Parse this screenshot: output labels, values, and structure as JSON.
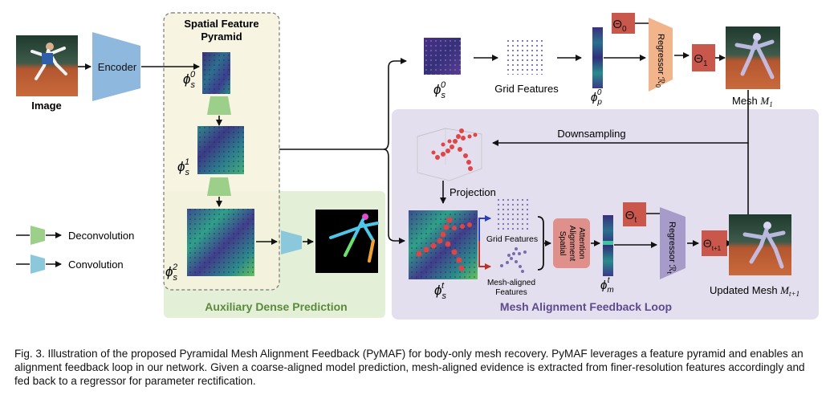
{
  "labels": {
    "image": "Image",
    "encoder": "Encoder",
    "pyramid_title_1": "Spatial Feature",
    "pyramid_title_2": "Pyramid",
    "phi": "ϕ",
    "phi_sub_s": "s",
    "sup_0": "0",
    "sup_1": "1",
    "sup_2": "2",
    "sup_t": "t",
    "grid_features": "Grid Features",
    "phi_sub_p": "p",
    "phi_sub_m": "m",
    "theta": "Θ",
    "theta_sub_0": "0",
    "theta_sub_1": "1",
    "theta_sub_t": "t",
    "theta_sub_t1": "t+1",
    "regressor_top": "Regressor ℛ",
    "regressor_top_sub": "0",
    "regressor_bottom": "Regressor ℛ",
    "regressor_bottom_sub": "t",
    "mesh_m1": "Mesh ",
    "mesh_m1_var": "M",
    "mesh_m1_sub": "1",
    "downsampling": "Downsampling",
    "projection": "Projection",
    "grid_features_small": "Grid Features",
    "mesh_aligned_1": "Mesh-aligned",
    "mesh_aligned_2": "Features",
    "spatial_attention_1": "Spatial",
    "spatial_attention_2": "Alignment",
    "spatial_attention_3": "Attention",
    "updated_mesh": "Updated Mesh ",
    "updated_mesh_var": "M",
    "updated_mesh_sub": "t+1",
    "deconvolution": "Deconvolution",
    "convolution": "Convolution",
    "aux_dense": "Auxiliary Dense Prediction",
    "mesh_loop": "Mesh Alignment Feedback Loop"
  },
  "caption": "Fig. 3. Illustration of the proposed Pyramidal Mesh Alignment Feedback (PyMAF) for body-only mesh recovery. PyMAF leverages a feature pyramid and enables an alignment feedback loop in our network. Given a coarse-aligned model prediction, mesh-aligned evidence is extracted from finer-resolution features accordingly and fed back to a regressor for parameter rectification.",
  "colors": {
    "encoder": "#8fb8de",
    "deconv": "#9bcf8a",
    "conv": "#8cc8dc",
    "theta": "#c9574c",
    "regressor": "#f2b48a",
    "regressor2": "#a79bc9",
    "attention": "#e0908a",
    "aux_region": "#e3efd7",
    "loop_region": "#e3dfee",
    "pyramid_region": "#f6f2dd",
    "aux_text": "#5b8a3c",
    "loop_text": "#5e4a8c"
  }
}
